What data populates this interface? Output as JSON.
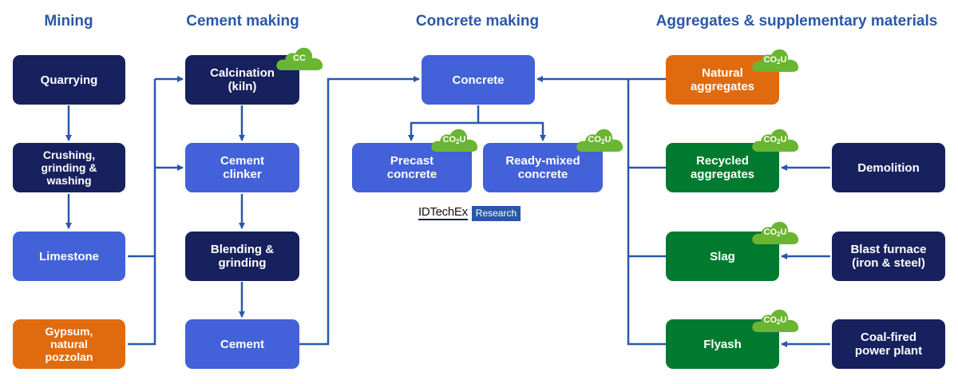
{
  "headings": {
    "mining": "Mining",
    "cement_making": "Cement making",
    "concrete_making": "Concrete making",
    "aggregates": "Aggregates & supplementary materials"
  },
  "nodes": {
    "quarrying": "Quarrying",
    "crushing": "Crushing,\ngrinding &\nwashing",
    "limestone": "Limestone",
    "gypsum": "Gypsum,\nnatural\npozzolan",
    "calcination": "Calcination\n(kiln)",
    "clinker": "Cement\nclinker",
    "blending": "Blending &\ngrinding",
    "cement": "Cement",
    "concrete": "Concrete",
    "precast": "Precast\nconcrete",
    "readymix": "Ready-mixed\nconcrete",
    "natural_agg": "Natural\naggregates",
    "recycled_agg": "Recycled\naggregates",
    "slag": "Slag",
    "flyash": "Flyash",
    "demolition": "Demolition",
    "blast_furnace": "Blast furnace\n(iron & steel)",
    "coal_plant": "Coal-fired\npower plant"
  },
  "badges": {
    "cc": "CC",
    "co2u_main": "CO",
    "co2u_sub": "2",
    "co2u_tail": "U"
  },
  "logo": {
    "word": "IDTechEx",
    "tag": "Research"
  },
  "colors": {
    "navy": "#17215e",
    "blue": "#4361d8",
    "orange": "#e06b0e",
    "green": "#007a2f",
    "cloud": "#6ab531",
    "connector": "#2a58a8"
  }
}
